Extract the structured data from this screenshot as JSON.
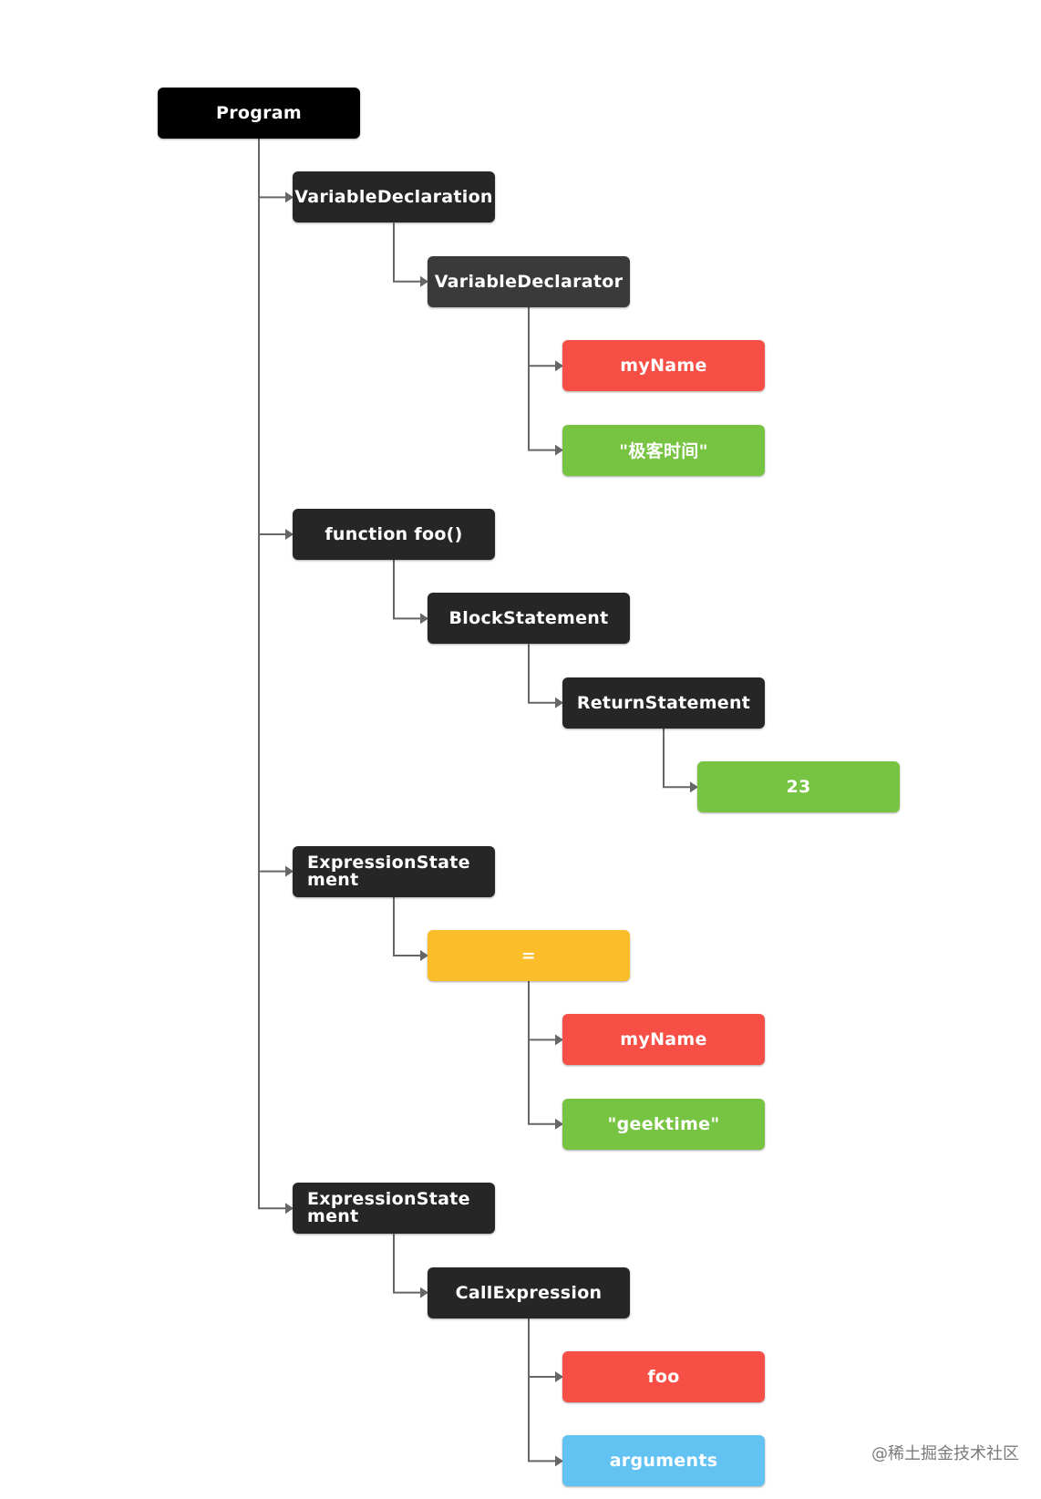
{
  "colors": {
    "root": "#000000",
    "dark": "#262626",
    "gray": "#3a3a3a",
    "red": "#f74f45",
    "green": "#76c442",
    "yellow": "#fbbd2a",
    "blue": "#62c2f1",
    "connector": "#666666"
  },
  "nodes": [
    {
      "id": "program",
      "label": "Program",
      "parent": null,
      "depth": 0,
      "row": 0,
      "color": "root"
    },
    {
      "id": "var-decl",
      "label": "VariableDeclaration",
      "parent": "program",
      "depth": 1,
      "row": 1,
      "color": "dark"
    },
    {
      "id": "var-declarator",
      "label": "VariableDeclarator",
      "parent": "var-decl",
      "depth": 2,
      "row": 2,
      "color": "gray"
    },
    {
      "id": "myname-1",
      "label": "myName",
      "parent": "var-declarator",
      "depth": 3,
      "row": 3,
      "color": "red"
    },
    {
      "id": "string-1",
      "label": "\"极客时间\"",
      "parent": "var-declarator",
      "depth": 3,
      "row": 4,
      "color": "green"
    },
    {
      "id": "function-foo",
      "label": "function foo()",
      "parent": "program",
      "depth": 1,
      "row": 5,
      "color": "dark"
    },
    {
      "id": "block-statement",
      "label": "BlockStatement",
      "parent": "function-foo",
      "depth": 2,
      "row": 6,
      "color": "dark"
    },
    {
      "id": "return-statement",
      "label": "ReturnStatement",
      "parent": "block-statement",
      "depth": 3,
      "row": 7,
      "color": "dark"
    },
    {
      "id": "number-23",
      "label": "23",
      "parent": "return-statement",
      "depth": 4,
      "row": 8,
      "color": "green"
    },
    {
      "id": "expr-statement-1",
      "label": "ExpressionStatement",
      "parent": "program",
      "depth": 1,
      "row": 9,
      "color": "dark",
      "wrap": true
    },
    {
      "id": "assign",
      "label": "=",
      "parent": "expr-statement-1",
      "depth": 2,
      "row": 10,
      "color": "yellow"
    },
    {
      "id": "myname-2",
      "label": "myName",
      "parent": "assign",
      "depth": 3,
      "row": 11,
      "color": "red"
    },
    {
      "id": "string-2",
      "label": "\"geektime\"",
      "parent": "assign",
      "depth": 3,
      "row": 12,
      "color": "green"
    },
    {
      "id": "expr-statement-2",
      "label": "ExpressionStatement",
      "parent": "program",
      "depth": 1,
      "row": 13,
      "color": "dark",
      "wrap": true
    },
    {
      "id": "call-expression",
      "label": "CallExpression",
      "parent": "expr-statement-2",
      "depth": 2,
      "row": 14,
      "color": "dark"
    },
    {
      "id": "foo",
      "label": "foo",
      "parent": "call-expression",
      "depth": 3,
      "row": 15,
      "color": "red"
    },
    {
      "id": "arguments",
      "label": "arguments",
      "parent": "call-expression",
      "depth": 3,
      "row": 16,
      "color": "blue"
    }
  ],
  "watermark": "@稀土掘金技术社区"
}
